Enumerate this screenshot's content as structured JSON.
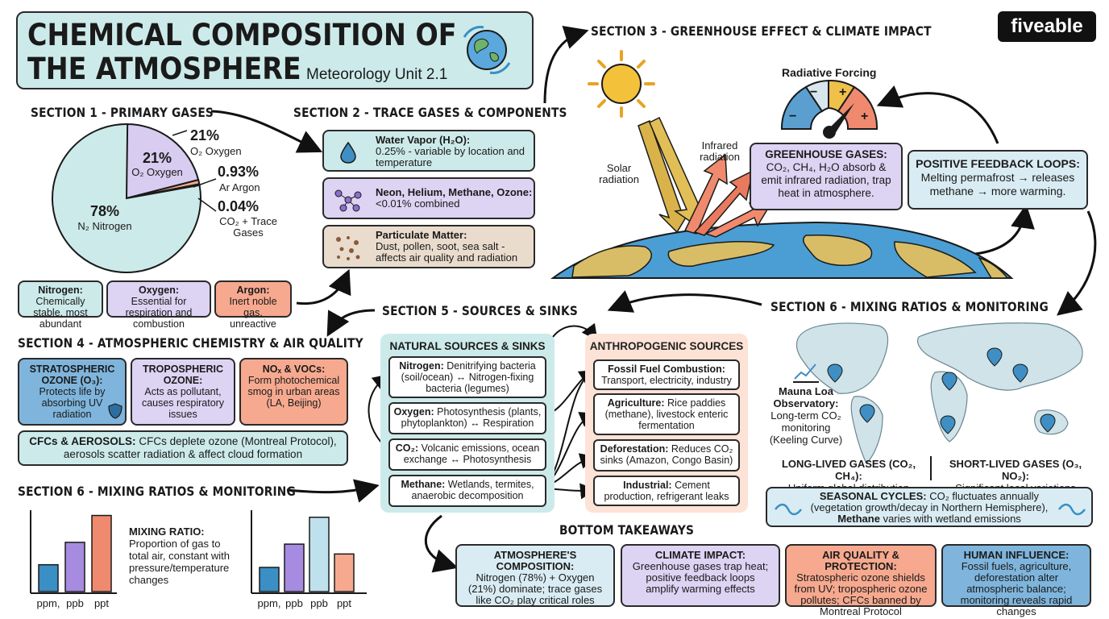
{
  "header": {
    "title_line1": "CHEMICAL COMPOSITION OF",
    "title_line2": "THE ATMOSPHERE",
    "subtitle": "Meteorology Unit 2.1",
    "logo": "fiveable"
  },
  "section1": {
    "title": "SECTION 1 - PRIMARY GASES",
    "pie": {
      "slices": [
        {
          "label": "N₂ Nitrogen",
          "value": 78,
          "color": "#cdeaea"
        },
        {
          "label": "O₂ Oxygen",
          "value": 21,
          "color": "#d8ccf0"
        },
        {
          "label": "Ar Argon",
          "value": 0.93,
          "color": "#f6a98f"
        },
        {
          "label": "CO₂ + Trace Gases",
          "value": 0.04,
          "color": "#cdeaea"
        }
      ],
      "inner_n2_pct": "78%",
      "inner_n2_name": "N₂ Nitrogen",
      "inner_o2_pct": "21%",
      "inner_o2_name": "O₂ Oxygen",
      "callout_o2_pct": "21%",
      "callout_o2_name": "O₂ Oxygen",
      "callout_ar_pct": "0.93%",
      "callout_ar_name": "Ar Argon",
      "callout_co2_pct": "0.04%",
      "callout_co2_name_1": "CO₂ + Trace",
      "callout_co2_name_2": "Gases"
    },
    "facts": [
      {
        "title": "Nitrogen:",
        "text": "Chemically stable, most abundant"
      },
      {
        "title": "Oxygen:",
        "text": "Essential for respiration and combustion"
      },
      {
        "title": "Argon:",
        "text": "Inert noble gas, unreactive"
      }
    ]
  },
  "section2": {
    "title": "SECTION 2 - TRACE GASES & COMPONENTS",
    "items": [
      {
        "title": "Water Vapor (H₂O):",
        "text": "0.25% - variable by location and temperature",
        "icon": "water-drop-icon"
      },
      {
        "title": "Neon, Helium, Methane, Ozone:",
        "text": "<0.01% combined",
        "icon": "molecule-icon"
      },
      {
        "title": "Particulate Matter:",
        "text": "Dust, pollen, soot, sea salt - affects air quality and radiation",
        "icon": "particles-icon"
      }
    ]
  },
  "section3": {
    "title": "SECTION 3 - GREENHOUSE EFFECT & CLIMATE IMPACT",
    "solar_label_1": "Solar",
    "solar_label_2": "radiation",
    "infrared_label_1": "Infrared",
    "infrared_label_2": "radiation",
    "gauge_title": "Radiative Forcing",
    "gauge_marks": [
      "−",
      "−",
      "+",
      "+"
    ],
    "ghg_title": "GREENHOUSE GASES:",
    "ghg_text": "CO₂, CH₄, H₂O absorb & emit infrared radiation, trap heat in atmosphere.",
    "feedback_title": "POSITIVE FEEDBACK LOOPS:",
    "feedback_text": "Melting permafrost → releases methane → more warming."
  },
  "section4": {
    "title": "SECTION 4 - ATMOSPHERIC CHEMISTRY & AIR QUALITY",
    "strat_title": "STRATOSPHERIC OZONE (O₃):",
    "strat_text": "Protects life by absorbing UV radiation",
    "tropo_title": "TROPOSPHERIC OZONE:",
    "tropo_text": "Acts as pollutant, causes respiratory issues",
    "nox_title": "NOₓ & VOCs:",
    "nox_text": "Form photochemical smog in urban areas (LA, Beijing)",
    "cfc_title": "CFCs & AEROSOLS:",
    "cfc_text": "CFCs deplete ozone (Montreal Protocol), aerosols scatter radiation & affect cloud formation"
  },
  "section5": {
    "title": "SECTION 5 - SOURCES & SINKS",
    "natural_title": "NATURAL SOURCES & SINKS",
    "natural": [
      {
        "title": "Nitrogen:",
        "text": "Denitrifying bacteria (soil/ocean) ↔ Nitrogen-fixing bacteria (legumes)"
      },
      {
        "title": "Oxygen:",
        "text": "Photosynthesis (plants, phytoplankton) ↔ Respiration"
      },
      {
        "title": "CO₂:",
        "text": "Volcanic emissions, ocean exchange ↔ Photosynthesis"
      },
      {
        "title": "Methane:",
        "text": "Wetlands, termites, anaerobic decomposition"
      }
    ],
    "anthro_title": "ANTHROPOGENIC SOURCES",
    "anthro": [
      {
        "title": "Fossil Fuel Combustion:",
        "text": "Transport, electricity, industry"
      },
      {
        "title": "Agriculture:",
        "text": "Rice paddies (methane), livestock enteric fermentation"
      },
      {
        "title": "Deforestation:",
        "text": "Reduces CO₂ sinks (Amazon, Congo Basin)"
      },
      {
        "title": "Industrial:",
        "text": "Cement production, refrigerant leaks"
      }
    ]
  },
  "section6": {
    "title_left": "SECTION 6 - MIXING RATIOS & MONITORING",
    "title_right": "SECTION 6 - MIXING RATIOS & MONITORING",
    "mixing_title": "MIXING RATIO:",
    "mixing_text": "Proportion of gas to total air, constant with pressure/temperature changes",
    "chart1_labels": [
      "ppm,",
      "ppb",
      "ppt"
    ],
    "chart2_labels": [
      "ppm,",
      "ppb",
      "ppb",
      "ppt"
    ],
    "mauna_title": "Mauna Loa Observatory:",
    "mauna_text": "Long-term CO₂ monitoring (Keeling Curve)",
    "long_title": "LONG-LIVED GASES (CO₂, CH₄):",
    "long_text": "Uniform global distribution",
    "short_title": "SHORT-LIVED GASES (O₃, NO₂):",
    "short_text": "Significant local variations",
    "seasonal_title": "SEASONAL CYCLES:",
    "seasonal_text_1": "CO₂ fluctuates annually",
    "seasonal_text_2": "(vegetation growth/decay in Northern Hemisphere),",
    "seasonal_text_3b": "Methane",
    "seasonal_text_3": "varies with wetland emissions"
  },
  "takeaways": {
    "title": "BOTTOM TAKEAWAYS",
    "items": [
      {
        "title": "ATMOSPHERE'S COMPOSITION:",
        "text": "Nitrogen (78%) + Oxygen (21%) dominate; trace gases like CO₂ play critical roles"
      },
      {
        "title": "CLIMATE IMPACT:",
        "text": "Greenhouse gases trap heat; positive feedback loops amplify warming effects"
      },
      {
        "title": "AIR QUALITY & PROTECTION:",
        "text": "Stratospheric ozone shields from UV; tropospheric ozone pollutes; CFCs banned by Montreal Protocol"
      },
      {
        "title": "HUMAN INFLUENCE:",
        "text": "Fossil fuels, agriculture, deforestation alter atmospheric balance; monitoring reveals rapid changes"
      }
    ]
  },
  "chart_data": [
    {
      "type": "pie",
      "title": "SECTION 1 - PRIMARY GASES",
      "categories": [
        "N₂ Nitrogen",
        "O₂ Oxygen",
        "Ar Argon",
        "CO₂ + Trace Gases"
      ],
      "values": [
        78,
        21,
        0.93,
        0.04
      ]
    },
    {
      "type": "bar",
      "categories": [
        "ppm,",
        "ppb",
        "ppt"
      ],
      "values": [
        3,
        5.5,
        8.5
      ],
      "colors": [
        "#3a8fc4",
        "#a78be0",
        "#f08a6e"
      ],
      "ylim": [
        0,
        9
      ]
    },
    {
      "type": "bar",
      "categories": [
        "ppm,",
        "ppb",
        "ppb",
        "ppt"
      ],
      "values": [
        2.7,
        5.3,
        8.3,
        4.2
      ],
      "colors": [
        "#3a8fc4",
        "#a78be0",
        "#bfe1ee",
        "#f6a98f"
      ],
      "ylim": [
        0,
        9
      ]
    }
  ]
}
